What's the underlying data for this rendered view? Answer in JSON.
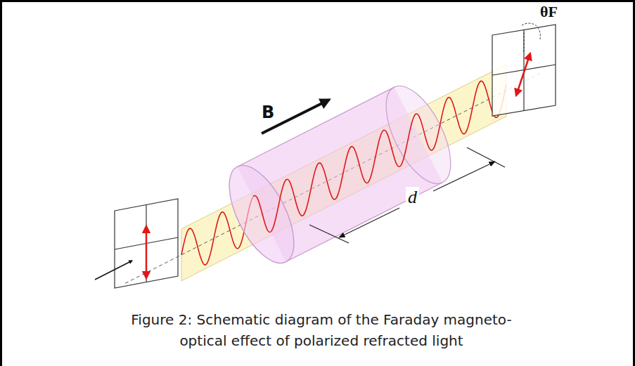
{
  "diagram": {
    "caption": "Figure 2: Schematic diagram of the Faraday magneto-optical effect of polarized refracted light",
    "labels": [
      "B",
      "d",
      "θF"
    ]
  }
}
